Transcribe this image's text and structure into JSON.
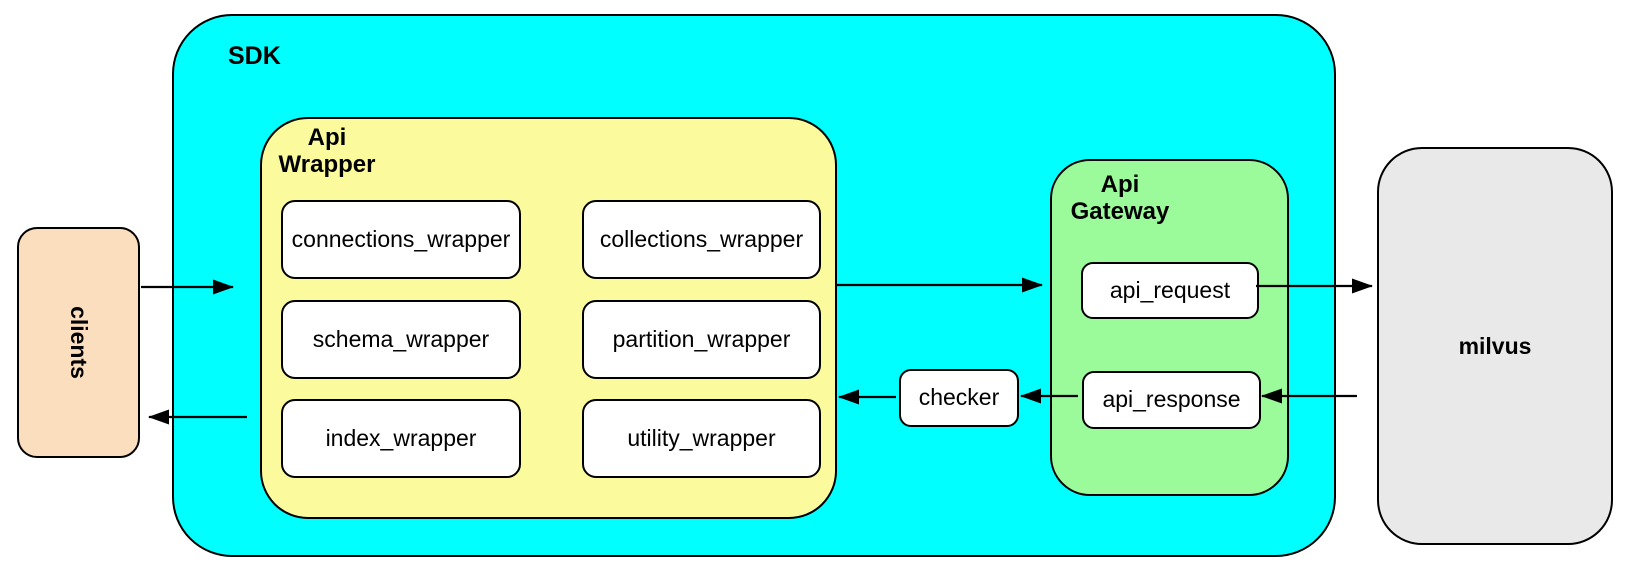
{
  "colors": {
    "sdk_fill": "#00FFFF",
    "wrapper_fill": "#FBFB9E",
    "gateway_fill": "#9BFB9B",
    "clients_fill": "#FBDEBD",
    "milvus_fill": "#E9E9E9",
    "node_fill": "#FFFFFF",
    "border": "#000000"
  },
  "sdk": {
    "label": "SDK"
  },
  "clients": {
    "label": "clients"
  },
  "milvus": {
    "label": "milvus"
  },
  "api_wrapper": {
    "title": "Api\nWrapper",
    "items": [
      "connections_wrapper",
      "collections_wrapper",
      "schema_wrapper",
      "partition_wrapper",
      "index_wrapper",
      "utility_wrapper"
    ]
  },
  "checker": {
    "label": "checker"
  },
  "api_gateway": {
    "title": "Api\nGateway",
    "items": [
      "api_request",
      "api_response"
    ]
  },
  "edges": [
    {
      "from": "clients",
      "to": "sdk"
    },
    {
      "from": "sdk",
      "to": "clients"
    },
    {
      "from": "api_wrapper",
      "to": "api_request"
    },
    {
      "from": "api_request",
      "to": "milvus"
    },
    {
      "from": "milvus",
      "to": "api_response"
    },
    {
      "from": "api_response",
      "to": "checker"
    },
    {
      "from": "checker",
      "to": "api_wrapper"
    }
  ]
}
